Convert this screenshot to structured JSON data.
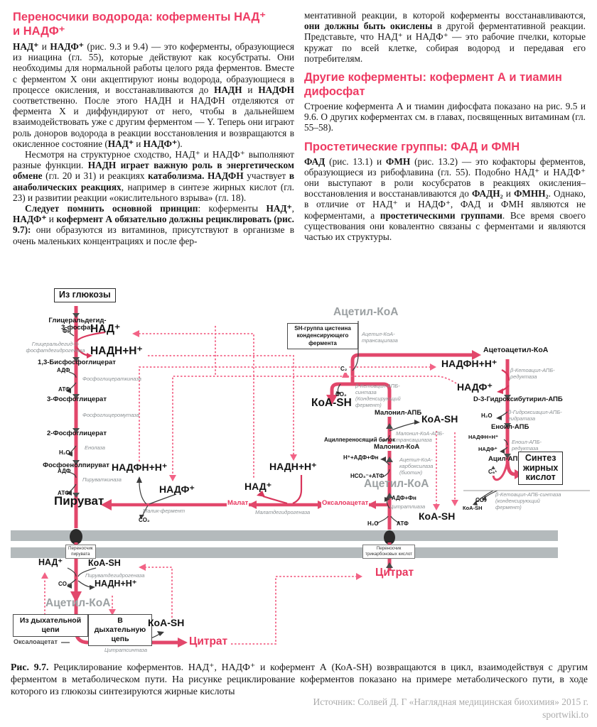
{
  "article": {
    "h1": "Переносчики водорода: коферменты НАД⁺\nи НАДФ⁺",
    "p1": [
      [
        "НАД⁺",
        1
      ],
      [
        " и ",
        0
      ],
      [
        "НАДФ⁺",
        1
      ],
      [
        " (рис. 9.3 и 9.4) — это коферменты, образующиеся из ниацина (гл. 55), которые действуют как косубстраты. Они необходимы для нормальной работы целого ряда ферментов. Вместе с ферментом X они акцептируют ионы водорода, образующиеся в процессе окисления, и восстанавливаются до ",
        0
      ],
      [
        "НАДН",
        1
      ],
      [
        " и ",
        0
      ],
      [
        "НАДФН",
        1
      ],
      [
        " соответственно. После этого НАДН и НАДФН отделяются от фермента X и диффундируют от него, чтобы в дальнейшем взаимодействовать уже с другим ферментом — Y. Теперь они играют роль доноров водорода в реакции восстановления и возвращаются в окисленное состояние (",
        0
      ],
      [
        "НАД⁺",
        1
      ],
      [
        " и ",
        0
      ],
      [
        "НАДФ⁺",
        1
      ],
      [
        ").",
        0
      ]
    ],
    "p2": [
      [
        "Несмотря на структурное сходство, НАД⁺ и НАДФ⁺ выполняют разные функции. ",
        0
      ],
      [
        "НАДН играет важную роль в энергетическом обмене",
        1
      ],
      [
        " (гл. 20 и 31) и реакциях ",
        0
      ],
      [
        "катаболизма. НАДФН",
        1
      ],
      [
        " участвует ",
        0
      ],
      [
        "в анаболических реакциях",
        1
      ],
      [
        ", например в синтезе жирных кислот (гл. 23) и развитии реакции «окислительного взрыва» (гл. 18).",
        0
      ]
    ],
    "p3": [
      [
        "Следует помнить основной принцип",
        1
      ],
      [
        ": коферменты ",
        0
      ],
      [
        "НАД⁺",
        1
      ],
      [
        ", ",
        0
      ],
      [
        "НАДФ⁺",
        1
      ],
      [
        " и ",
        0
      ],
      [
        "кофермент А обязательно должны рециклировать (рис. 9.7):",
        1
      ],
      [
        " они образуются из витаминов, присутствуют в организме в очень маленьких концентрациях и после фер-",
        0
      ]
    ],
    "r1": [
      [
        "ментативной реакции, в которой коферменты восстанавливаются, ",
        0
      ],
      [
        "они должны быть окислены",
        1
      ],
      [
        " в другой ферментативной реакции. Представьте, что НАД⁺ и НАДФ⁺ — это рабочие пчелки, которые кружат по всей клетке, собирая водород и передавая его потребителям.",
        0
      ]
    ],
    "h2": "Другие коферменты: кофермент А и тиамин\nдифосфат",
    "r2": [
      [
        "Строение кофермента А и тиамин дифосфата показано на рис. 9.5 и 9.6. О других коферментах см. в главах, посвященных витаминам (гл. 55–58).",
        0
      ]
    ],
    "h3": "Простетические группы: ФАД и ФМН",
    "r3": [
      [
        "ФАД",
        1
      ],
      [
        " (рис. 13.1) и ",
        0
      ],
      [
        "ФМН",
        1
      ],
      [
        " (рис. 13.2) — это кофакторы ферментов, образующиеся из рибофлавина (гл. 55). Подобно НАД⁺ и НАДФ⁺ они выступают в роли косубсратов в реакциях окисления–восстановления и восстанавливаются до ",
        0
      ],
      [
        "ФАДН₂",
        1
      ],
      [
        " и ",
        0
      ],
      [
        "ФМНН₂",
        1
      ],
      [
        ". Однако, в отличие от НАД⁺ и НАДФ⁺, ФАД и ФМН являются не коферментами, а ",
        0
      ],
      [
        "простетическими группами",
        1
      ],
      [
        ". Все время своего существования они ковалентно связаны с ферментами и являются частью их структуры.",
        0
      ]
    ]
  },
  "figure": {
    "caption": [
      [
        "Рис. 9.7.",
        1
      ],
      [
        " Рециклирование коферментов. НАД⁺, НАДФ⁺ и кофермент А (КоА-SH) возвращаются в цикл, взаимодействуя с другим ферментом в метаболическом пути. На рисунке рециклирование коферментов показано на примере метаболического пути, в ходе которого из глюкозы синтезируются жирные кислоты",
        0
      ]
    ],
    "source_line1": "Источник: Солвей Д. Г «Наглядная медицинская биохимия» 2015 г.",
    "source_line2": "sportwiki.to"
  },
  "diagram": {
    "colors": {
      "accent": "#e2476b",
      "dotted": "#f26386",
      "membrane": "#b4babc",
      "heading_pink": "#ee3b63",
      "gray_label": "#9ba0a2"
    },
    "labels": {
      "glucose_box": "Из глюкозы",
      "gap": "Глицеральдегид-\n3-фосфат",
      "fn": "Фн",
      "gapdh": "Глицеральдегид-3-\nфосфатдегидрогеназа",
      "nad_top": "НАД⁺",
      "nadh_top": "НАДН+Н⁺",
      "bpg": "1,3-Бисфосфоглицерат",
      "adp1": "АДФ",
      "pgk": "Фосфоглицераткиназа",
      "atp1": "АТФ",
      "pg3": "3-Фосфоглицерат",
      "pgm": "Фосфоглицеромутаза",
      "pg2": "2-Фосфоглицерат",
      "enolase": "Енолаза",
      "h2o1": "H₂O",
      "pep": "Фосфоенолпируват",
      "adp2": "АДФ",
      "pk": "Пируваткиназа",
      "atp2": "АТФ",
      "pyruvate": "Пируват",
      "nadphh_l": "НАДФН+Н⁺",
      "nadp_l": "НАДФ⁺",
      "malic": "Малик-фермент",
      "co2_malic": "CO₂",
      "nadhh_m": "НАДН+Н⁺",
      "nad_m": "НАД⁺",
      "malate": "Малат",
      "mdh": "Малатдегидрогеназа",
      "oxa_c": "Оксалоацетат",
      "acetylcoa_head": "Ацетил-КоА",
      "sh_box": "SH-группа цистеина\nконденсирующего\nфермента",
      "acoa_trans": "Ацетил-КоА-\nтрансацилаза",
      "c2": "C₂",
      "synthase1": "β-Кетоацил-АПБ-\nсинтаза\n(Конденсирующий\nфермент)",
      "co2_syn": "CO₂",
      "koash_1": "КоА-SH",
      "acetoacetyl": "Ацетоацетил-КоА",
      "nadphh_r": "НАДФН+Н⁺",
      "ketored": "β-Кетоацил-АПБ-\nредуктаза",
      "nadp_r": "НАДФ⁺",
      "d3hydroxy": "D-3-Гидроксибутирил-АПБ",
      "h2o_r": "H₂O",
      "hydratase": "β-Гидроксиацил-АПБ-\nгидратаза",
      "enoyl": "Еноил-АПБ",
      "nadphh_sm": "НАДФН+Н⁺",
      "enoylred": "Еноил-АПБ-\nредуктаза",
      "nadp_sm": "НАДФ⁺",
      "acyl": "Ацил-АПБ",
      "fa_box": "Синтез\nжирных\nкислот",
      "c6": "C₆",
      "synthase2": "β-Кетоацил-АПБ-синтаза\n(конденсирующий фермент)",
      "co2_s2": "CO₂",
      "koash_sm": "КоА-SH",
      "malonyl_apb": "Малонил-АПБ",
      "koash_2": "КоА-SH",
      "mal_trans": "Малонил-КоА-АПБ-\nтрансацилаза",
      "acp": "Ацилпереносящий белок",
      "malonyl_coa": "Малонил-КоА",
      "hadp": "Н⁺+АДФ+Фн",
      "carbox": "Ацетил-КоА-\nкарбоксилаза\n(биотин)",
      "hco3": "HCO₃⁻+АТФ",
      "acetylcoa_c": "Ацетил-КоА",
      "adpfn": "АДФ+Фн",
      "lyase": "Цитратлиаза",
      "h2o_c": "H₂O",
      "atp_c": "АТФ",
      "koash_3": "КоА-SH",
      "carrier1": "Переносчик\nпирувата",
      "carrier2": "Переносчик\nтрикарбоновых кислот",
      "nad_mito": "НАД⁺",
      "koash_mito": "КоА-SH",
      "pdh": "Пируватдегидрогеназа",
      "co2_pdh": "CO₂",
      "nadhh_mito": "НАДН+Н⁺",
      "acetylcoa_m": "Ацетил-КоА",
      "respfrom_box": "Из дыхательной\nцепи",
      "respto_box": "В дыхательную\nцепь",
      "koash_4": "КоА-SH",
      "oxa_m": "Оксалоацетат",
      "citsyn": "Цитратсинтаза",
      "citrate_m": "Цитрат",
      "citrate_c": "Цитрат"
    }
  }
}
